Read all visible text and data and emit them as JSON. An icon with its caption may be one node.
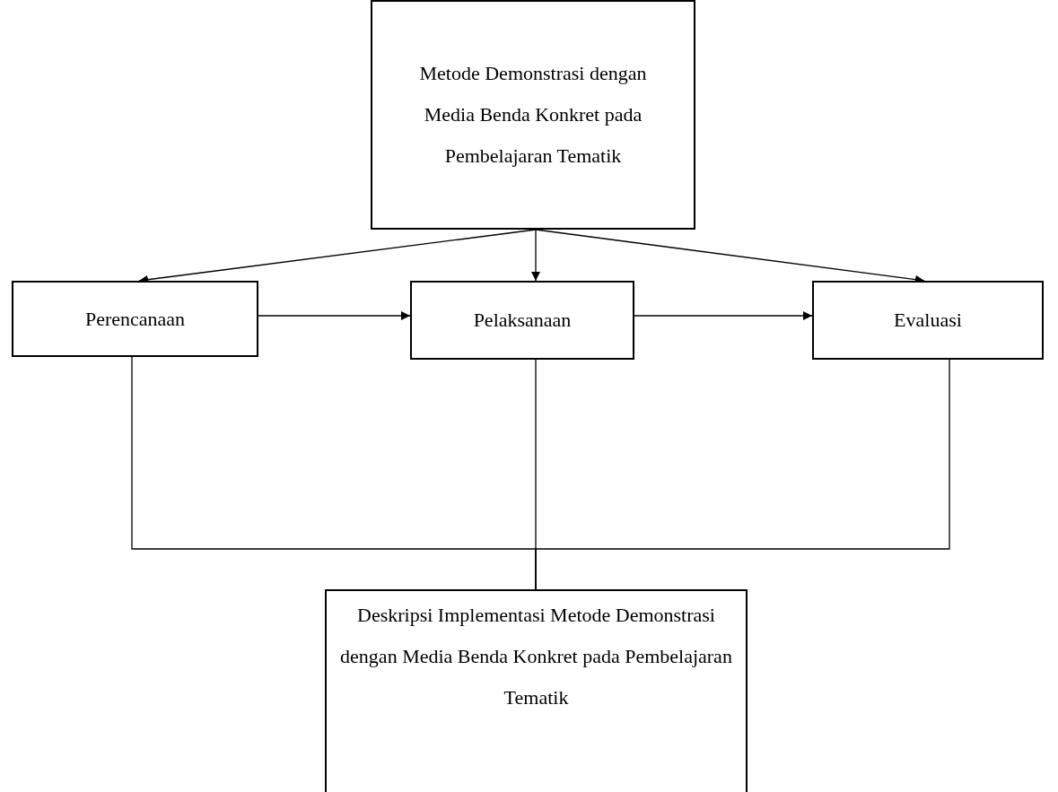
{
  "diagram": {
    "nodes": [
      {
        "text": [
          "Metode Demonstrasi dengan Media Benda Konkret pada Pembelajaran Tematik"
        ]
      },
      {
        "text": [
          "Perencanaan"
        ]
      },
      {
        "text": [
          "Pelaksanaan"
        ]
      },
      {
        "text": [
          "Evaluasi"
        ]
      },
      {
        "text": [
          "Deskripsi Implementasi Metode Demonstrasi dengan Media Benda Konkret pada Pembelajaran Tematik"
        ]
      }
    ],
    "edges": [
      {
        "from": 0,
        "to": 1,
        "arrow": "to"
      },
      {
        "from": 0,
        "to": 2,
        "arrow": "to"
      },
      {
        "from": 0,
        "to": 3,
        "arrow": "to"
      },
      {
        "from": 1,
        "to": 2,
        "arrow": "to"
      },
      {
        "from": 2,
        "to": 3,
        "arrow": "to"
      },
      {
        "from": 1,
        "to": 4,
        "arrow": "none"
      },
      {
        "from": 2,
        "to": 4,
        "arrow": "none"
      },
      {
        "from": 3,
        "to": 4,
        "arrow": "none"
      }
    ]
  }
}
